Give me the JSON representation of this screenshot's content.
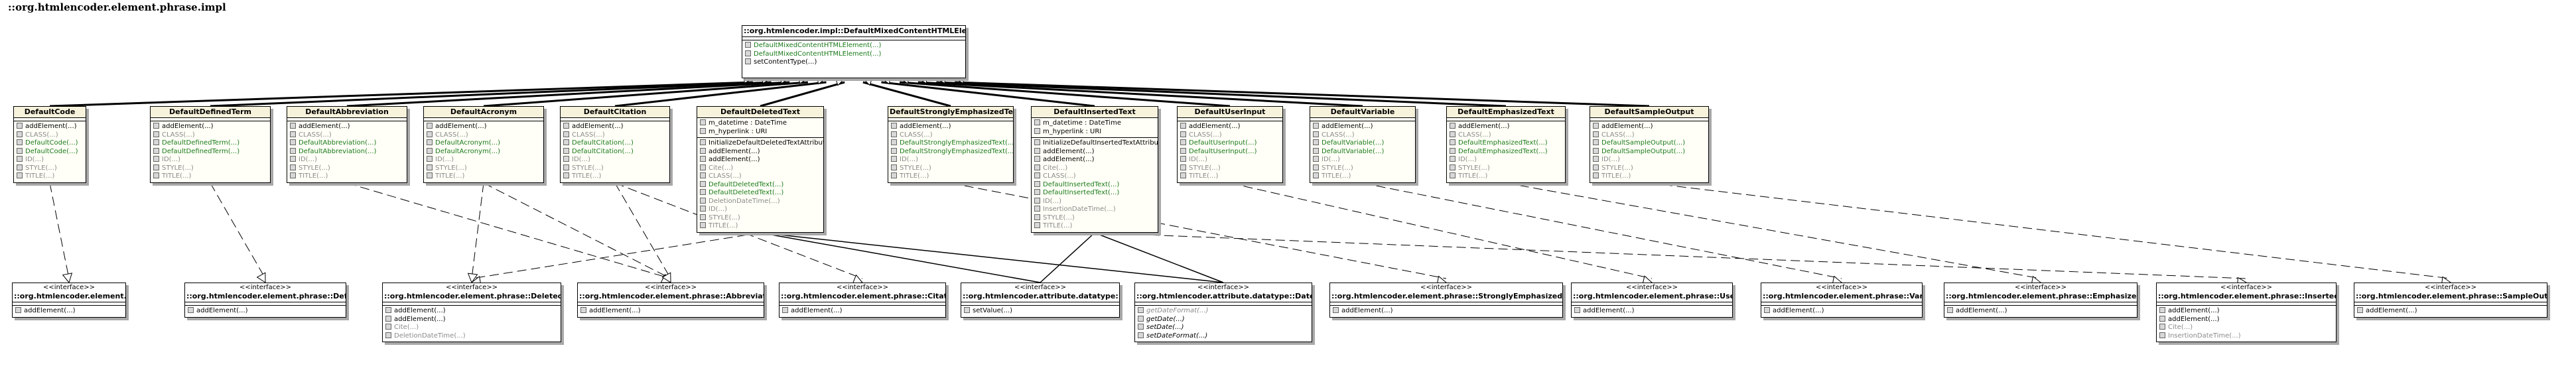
{
  "package_title": "::org.htmlencoder.element.phrase.impl",
  "base": {
    "name": "::org.htmlencoder.impl::DefaultMixedContentHTMLElement",
    "ops": [
      {
        "t": "DefaultMixedContentHTMLElement(...)",
        "c": "green"
      },
      {
        "t": "DefaultMixedContentHTMLElement(...)",
        "c": "green"
      },
      {
        "t": "setContentType(...)",
        "c": "black"
      }
    ]
  },
  "classes": [
    {
      "name": "DefaultCode",
      "ops": [
        {
          "t": "addElement(...)",
          "c": "black"
        },
        {
          "t": "CLASS(...)",
          "c": "grey"
        },
        {
          "t": "DefaultCode(...)",
          "c": "green"
        },
        {
          "t": "DefaultCode(...)",
          "c": "green"
        },
        {
          "t": "ID(...)",
          "c": "grey"
        },
        {
          "t": "STYLE(...)",
          "c": "grey"
        },
        {
          "t": "TITLE(...)",
          "c": "grey"
        }
      ]
    },
    {
      "name": "DefaultDefinedTerm",
      "ops": [
        {
          "t": "addElement(...)",
          "c": "black"
        },
        {
          "t": "CLASS(...)",
          "c": "grey"
        },
        {
          "t": "DefaultDefinedTerm(...)",
          "c": "green"
        },
        {
          "t": "DefaultDefinedTerm(...)",
          "c": "green"
        },
        {
          "t": "ID(...)",
          "c": "grey"
        },
        {
          "t": "STYLE(...)",
          "c": "grey"
        },
        {
          "t": "TITLE(...)",
          "c": "grey"
        }
      ]
    },
    {
      "name": "DefaultAbbreviation",
      "ops": [
        {
          "t": "addElement(...)",
          "c": "black"
        },
        {
          "t": "CLASS(...)",
          "c": "grey"
        },
        {
          "t": "DefaultAbbreviation(...)",
          "c": "green"
        },
        {
          "t": "DefaultAbbreviation(...)",
          "c": "green"
        },
        {
          "t": "ID(...)",
          "c": "grey"
        },
        {
          "t": "STYLE(...)",
          "c": "grey"
        },
        {
          "t": "TITLE(...)",
          "c": "grey"
        }
      ]
    },
    {
      "name": "DefaultAcronym",
      "ops": [
        {
          "t": "addElement(...)",
          "c": "black"
        },
        {
          "t": "CLASS(...)",
          "c": "grey"
        },
        {
          "t": "DefaultAcronym(...)",
          "c": "green"
        },
        {
          "t": "DefaultAcronym(...)",
          "c": "green"
        },
        {
          "t": "ID(...)",
          "c": "grey"
        },
        {
          "t": "STYLE(...)",
          "c": "grey"
        },
        {
          "t": "TITLE(...)",
          "c": "grey"
        }
      ]
    },
    {
      "name": "DefaultCitation",
      "ops": [
        {
          "t": "addElement(...)",
          "c": "black"
        },
        {
          "t": "CLASS(...)",
          "c": "grey"
        },
        {
          "t": "DefaultCitation(...)",
          "c": "green"
        },
        {
          "t": "DefaultCitation(...)",
          "c": "green"
        },
        {
          "t": "ID(...)",
          "c": "grey"
        },
        {
          "t": "STYLE(...)",
          "c": "grey"
        },
        {
          "t": "TITLE(...)",
          "c": "grey"
        }
      ]
    },
    {
      "name": "DefaultDeletedText",
      "attrs": [
        {
          "t": "m_datetime : DateTime",
          "c": "black"
        },
        {
          "t": "m_hyperlink : URI",
          "c": "black"
        }
      ],
      "ops": [
        {
          "t": "InitializeDefaultDeletedTextAttributes(...)",
          "c": "black"
        },
        {
          "t": "addElement(...)",
          "c": "black"
        },
        {
          "t": "addElement(...)",
          "c": "black"
        },
        {
          "t": "Cite(...)",
          "c": "grey"
        },
        {
          "t": "CLASS(...)",
          "c": "grey"
        },
        {
          "t": "DefaultDeletedText(...)",
          "c": "green"
        },
        {
          "t": "DefaultDeletedText(...)",
          "c": "green"
        },
        {
          "t": "DeletionDateTime(...)",
          "c": "grey"
        },
        {
          "t": "ID(...)",
          "c": "grey"
        },
        {
          "t": "STYLE(...)",
          "c": "grey"
        },
        {
          "t": "TITLE(...)",
          "c": "grey"
        }
      ]
    },
    {
      "name": "DefaultStronglyEmphasizedText",
      "ops": [
        {
          "t": "addElement(...)",
          "c": "black"
        },
        {
          "t": "CLASS(...)",
          "c": "grey"
        },
        {
          "t": "DefaultStronglyEmphasizedText(...)",
          "c": "green"
        },
        {
          "t": "DefaultStronglyEmphasizedText(...)",
          "c": "green"
        },
        {
          "t": "ID(...)",
          "c": "grey"
        },
        {
          "t": "STYLE(...)",
          "c": "grey"
        },
        {
          "t": "TITLE(...)",
          "c": "grey"
        }
      ]
    },
    {
      "name": "DefaultInsertedText",
      "attrs": [
        {
          "t": "m_datetime : DateTime",
          "c": "black"
        },
        {
          "t": "m_hyperlink : URI",
          "c": "black"
        }
      ],
      "ops": [
        {
          "t": "InitializeDefaultInsertedTextAttributes(...)",
          "c": "black"
        },
        {
          "t": "addElement(...)",
          "c": "black"
        },
        {
          "t": "addElement(...)",
          "c": "black"
        },
        {
          "t": "Cite(...)",
          "c": "grey"
        },
        {
          "t": "CLASS(...)",
          "c": "grey"
        },
        {
          "t": "DefaultInsertedText(...)",
          "c": "green"
        },
        {
          "t": "DefaultInsertedText(...)",
          "c": "green"
        },
        {
          "t": "ID(...)",
          "c": "grey"
        },
        {
          "t": "InsertionDateTime(...)",
          "c": "grey"
        },
        {
          "t": "STYLE(...)",
          "c": "grey"
        },
        {
          "t": "TITLE(...)",
          "c": "grey"
        }
      ]
    },
    {
      "name": "DefaultUserInput",
      "ops": [
        {
          "t": "addElement(...)",
          "c": "black"
        },
        {
          "t": "CLASS(...)",
          "c": "grey"
        },
        {
          "t": "DefaultUserInput(...)",
          "c": "green"
        },
        {
          "t": "DefaultUserInput(...)",
          "c": "green"
        },
        {
          "t": "ID(...)",
          "c": "grey"
        },
        {
          "t": "STYLE(...)",
          "c": "grey"
        },
        {
          "t": "TITLE(...)",
          "c": "grey"
        }
      ]
    },
    {
      "name": "DefaultVariable",
      "ops": [
        {
          "t": "addElement(...)",
          "c": "black"
        },
        {
          "t": "CLASS(...)",
          "c": "grey"
        },
        {
          "t": "DefaultVariable(...)",
          "c": "green"
        },
        {
          "t": "DefaultVariable(...)",
          "c": "green"
        },
        {
          "t": "ID(...)",
          "c": "grey"
        },
        {
          "t": "STYLE(...)",
          "c": "grey"
        },
        {
          "t": "TITLE(...)",
          "c": "grey"
        }
      ]
    },
    {
      "name": "DefaultEmphasizedText",
      "ops": [
        {
          "t": "addElement(...)",
          "c": "black"
        },
        {
          "t": "CLASS(...)",
          "c": "grey"
        },
        {
          "t": "DefaultEmphasizedText(...)",
          "c": "green"
        },
        {
          "t": "DefaultEmphasizedText(...)",
          "c": "green"
        },
        {
          "t": "ID(...)",
          "c": "grey"
        },
        {
          "t": "STYLE(...)",
          "c": "grey"
        },
        {
          "t": "TITLE(...)",
          "c": "grey"
        }
      ]
    },
    {
      "name": "DefaultSampleOutput",
      "ops": [
        {
          "t": "addElement(...)",
          "c": "black"
        },
        {
          "t": "CLASS(...)",
          "c": "grey"
        },
        {
          "t": "DefaultSampleOutput(...)",
          "c": "green"
        },
        {
          "t": "DefaultSampleOutput(...)",
          "c": "green"
        },
        {
          "t": "ID(...)",
          "c": "grey"
        },
        {
          "t": "STYLE(...)",
          "c": "grey"
        },
        {
          "t": "TITLE(...)",
          "c": "grey"
        }
      ]
    }
  ],
  "interfaces": [
    {
      "stereotype": "<<interface>>",
      "name": "::org.htmlencoder.element.phrase::Code",
      "ops": [
        {
          "t": "addElement(...)",
          "c": "black"
        }
      ]
    },
    {
      "stereotype": "<<interface>>",
      "name": "::org.htmlencoder.element.phrase::DefinedTerm",
      "ops": [
        {
          "t": "addElement(...)",
          "c": "black"
        }
      ]
    },
    {
      "stereotype": "<<interface>>",
      "name": "::org.htmlencoder.element.phrase::DeletedText",
      "ops": [
        {
          "t": "addElement(...)",
          "c": "black"
        },
        {
          "t": "addElement(...)",
          "c": "black"
        },
        {
          "t": "Cite(...)",
          "c": "grey"
        },
        {
          "t": "DeletionDateTime(...)",
          "c": "grey"
        }
      ]
    },
    {
      "stereotype": "<<interface>>",
      "name": "::org.htmlencoder.element.phrase::Abbreviation",
      "ops": [
        {
          "t": "addElement(...)",
          "c": "black"
        }
      ]
    },
    {
      "stereotype": "<<interface>>",
      "name": "::org.htmlencoder.element.phrase::Citation",
      "ops": [
        {
          "t": "addElement(...)",
          "c": "black"
        }
      ]
    },
    {
      "stereotype": "<<interface>>",
      "name": "::org.htmlencoder.attribute.datatype::URI",
      "ops": [
        {
          "t": "setValue(...)",
          "c": "black"
        }
      ]
    },
    {
      "stereotype": "<<interface>>",
      "name": "::org.htmlencoder.attribute.datatype::DateTime",
      "ops": [
        {
          "t": "getDateFormat(...)",
          "c": "grey",
          "i": true
        },
        {
          "t": "getDate(...)",
          "c": "black",
          "i": true
        },
        {
          "t": "setDate(...)",
          "c": "black",
          "i": true
        },
        {
          "t": "setDateFormat(...)",
          "c": "black",
          "i": true
        }
      ]
    },
    {
      "stereotype": "<<interface>>",
      "name": "::org.htmlencoder.element.phrase::StronglyEmphasizedText",
      "ops": [
        {
          "t": "addElement(...)",
          "c": "black"
        }
      ]
    },
    {
      "stereotype": "<<interface>>",
      "name": "::org.htmlencoder.element.phrase::UserInput",
      "ops": [
        {
          "t": "addElement(...)",
          "c": "black"
        }
      ]
    },
    {
      "stereotype": "<<interface>>",
      "name": "::org.htmlencoder.element.phrase::Variable",
      "ops": [
        {
          "t": "addElement(...)",
          "c": "black"
        }
      ]
    },
    {
      "stereotype": "<<interface>>",
      "name": "::org.htmlencoder.element.phrase::EmphasizedText",
      "ops": [
        {
          "t": "addElement(...)",
          "c": "black"
        }
      ]
    },
    {
      "stereotype": "<<interface>>",
      "name": "::org.htmlencoder.element.phrase::InsertedText",
      "ops": [
        {
          "t": "addElement(...)",
          "c": "black"
        },
        {
          "t": "addElement(...)",
          "c": "black"
        },
        {
          "t": "Cite(...)",
          "c": "grey"
        },
        {
          "t": "InsertionDateTime(...)",
          "c": "grey"
        }
      ]
    },
    {
      "stereotype": "<<interface>>",
      "name": "::org.htmlencoder.element.phrase::SampleOutput",
      "ops": [
        {
          "t": "addElement(...)",
          "c": "black"
        }
      ]
    }
  ],
  "colors": {
    "line": "#000000",
    "class_header": "#f7f2dc",
    "class_body": "#fffff7",
    "protected_op": "#1a7a1a",
    "private_op": "#8a8a8a",
    "shadow": "#a8a8a8"
  }
}
